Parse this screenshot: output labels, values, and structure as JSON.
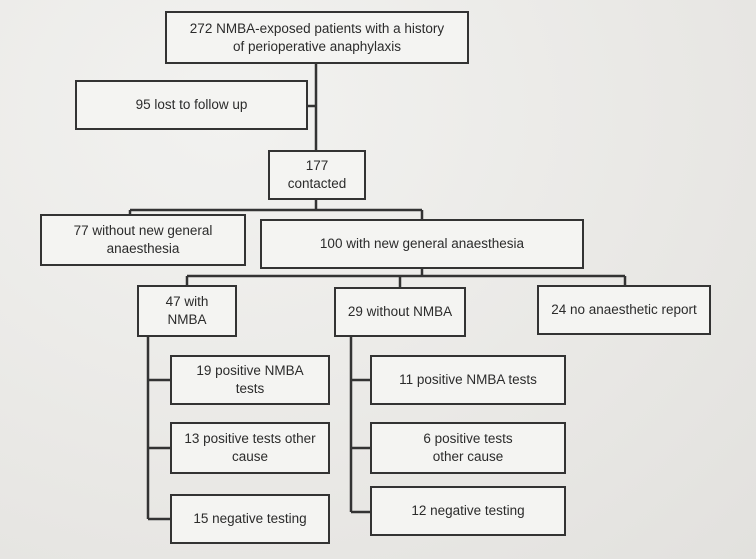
{
  "boxes": {
    "root": "272 NMBA-exposed patients with a history\nof perioperative anaphylaxis",
    "lost": "95 lost to follow up",
    "contacted": "177\ncontacted",
    "without_ga": "77 without new general\nanaesthesia",
    "with_ga": "100 with new general anaesthesia",
    "with_nmba": "47 with\nNMBA",
    "without_nmba": "29 without NMBA",
    "no_report": "24 no anaesthetic report",
    "pos_nmba_19": "19 positive NMBA\ntests",
    "pos_other_13": "13 positive tests other\ncause",
    "neg_15": "15 negative testing",
    "pos_nmba_11": "11 positive NMBA tests",
    "pos_other_6": "6 positive tests\nother cause",
    "neg_12": "12 negative testing"
  }
}
